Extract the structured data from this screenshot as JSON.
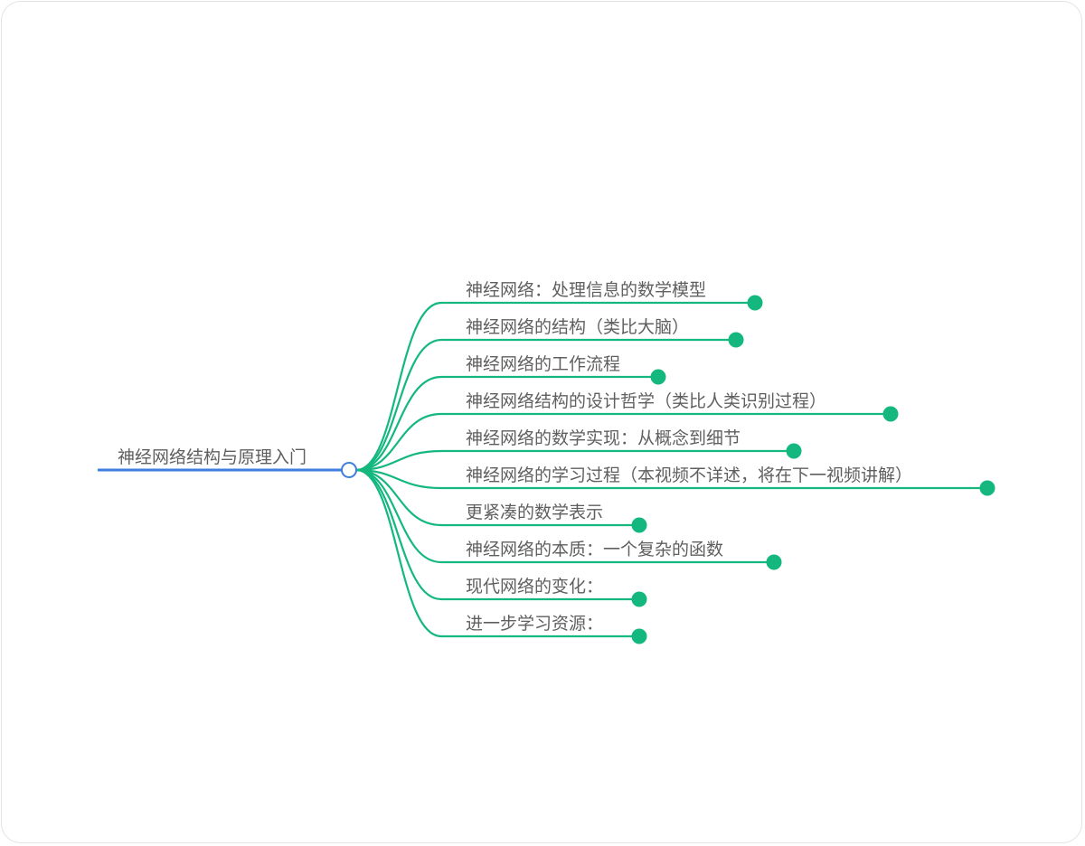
{
  "mindmap": {
    "root": {
      "label": "神经网络结构与原理入门"
    },
    "branches": [
      {
        "label": "神经网络：处理信息的数学模型"
      },
      {
        "label": "神经网络的结构（类比大脑）"
      },
      {
        "label": "神经网络的工作流程"
      },
      {
        "label": "神经网络结构的设计哲学（类比人类识别过程）"
      },
      {
        "label": "神经网络的数学实现：从概念到细节"
      },
      {
        "label": "神经网络的学习过程（本视频不详述，将在下一视频讲解）"
      },
      {
        "label": "更紧凑的数学表示"
      },
      {
        "label": "神经网络的本质：一个复杂的函数"
      },
      {
        "label": "现代网络的变化："
      },
      {
        "label": "进一步学习资源："
      }
    ],
    "colors": {
      "root_line": "#3d7ee0",
      "branch": "#14b87f",
      "text": "#5f5f5f",
      "border": "#e3e3e3"
    }
  }
}
